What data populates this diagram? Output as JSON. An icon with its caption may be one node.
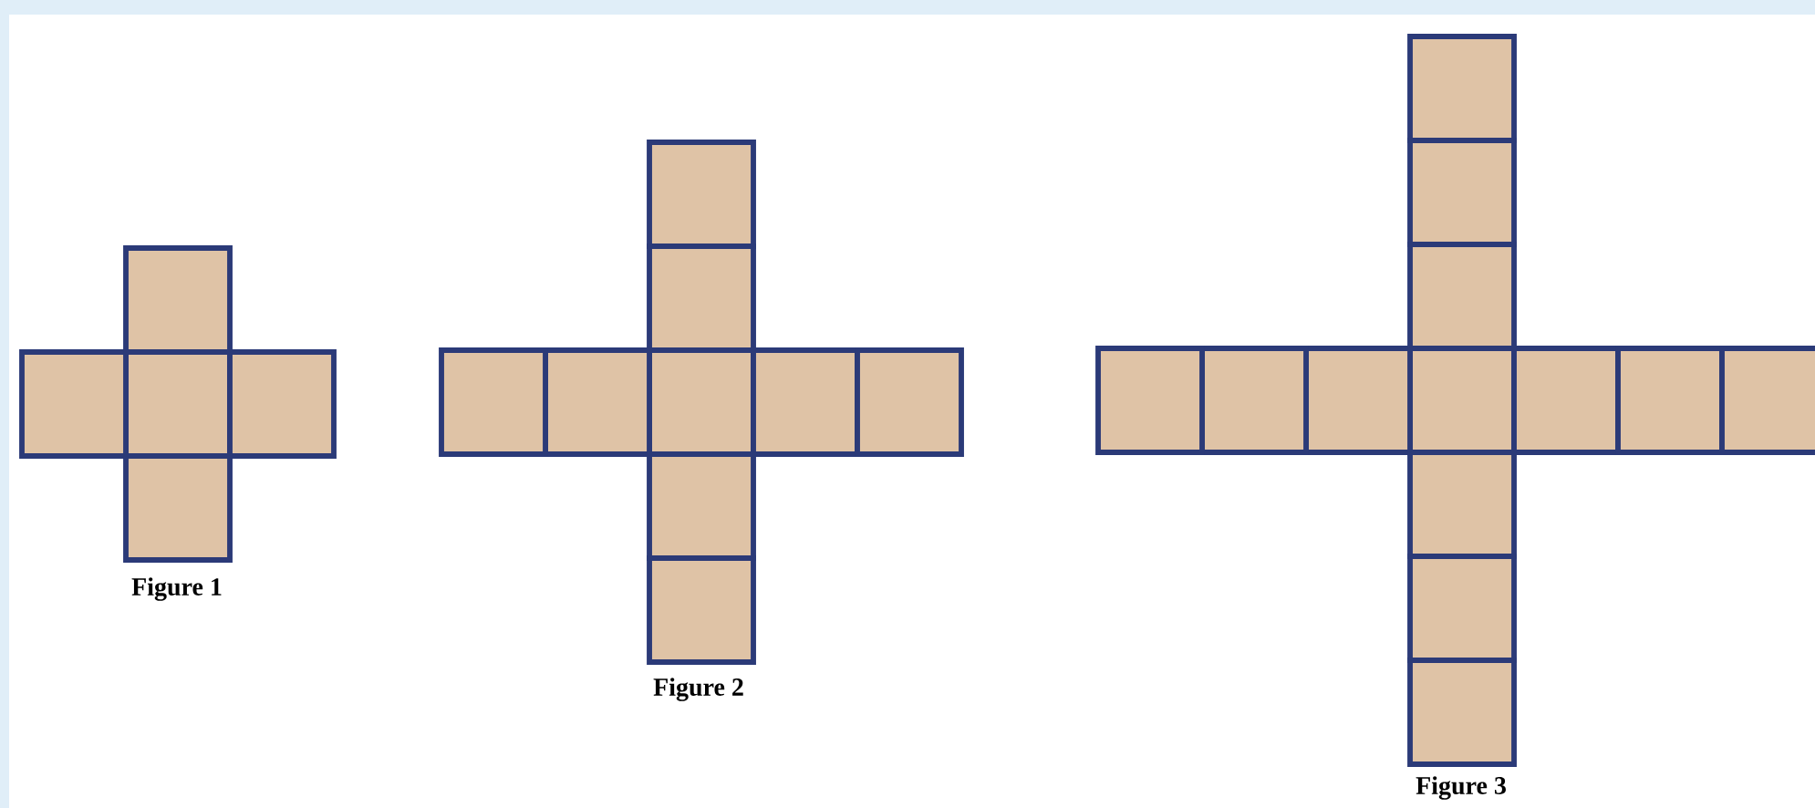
{
  "diagram": {
    "labels": [
      "Figure 1",
      "Figure 2",
      "Figure 3"
    ]
  }
}
